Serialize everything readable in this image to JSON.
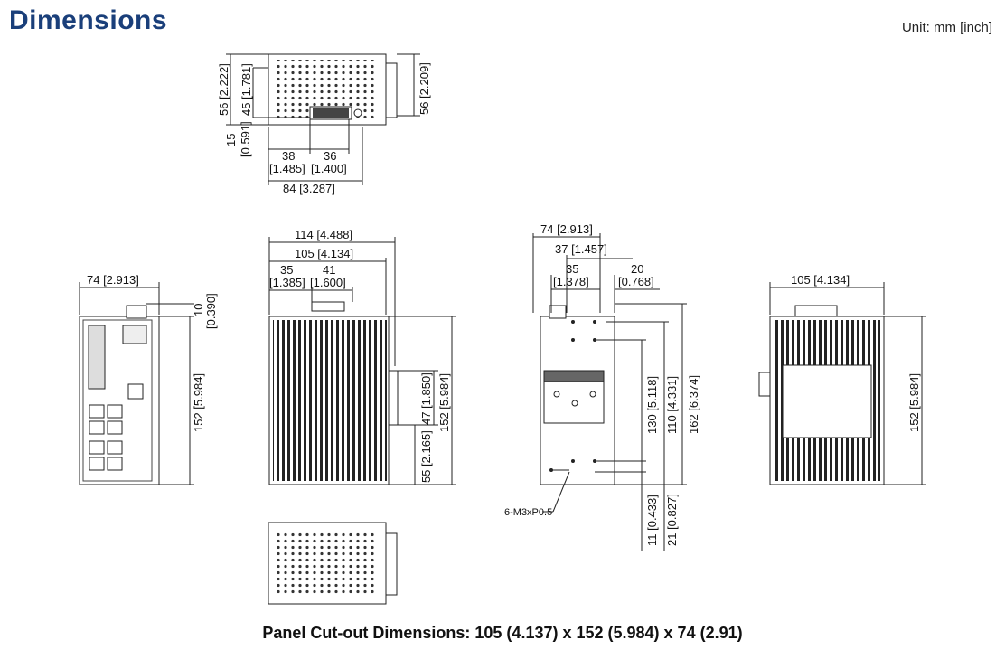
{
  "title": "Dimensions",
  "unit": "Unit: mm [inch]",
  "caption": "Panel Cut-out Dimensions: 105 (4.137) x 152 (5.984) x 74 (2.91)",
  "views": {
    "top": {
      "h56_left": "56 [2.222]",
      "h45": "45 [1.781]",
      "h15": "15",
      "h15_in": "[0.591]",
      "w38": "38",
      "w38_in": "[1.485]",
      "w36": "36",
      "w36_in": "[1.400]",
      "w84": "84 [3.287]",
      "h56_right": "56 [2.209]"
    },
    "front": {
      "w74": "74 [2.913]",
      "h10": "10",
      "h10_in": "[0.390]",
      "h152": "152 [5.984]"
    },
    "side": {
      "w114": "114 [4.488]",
      "w105": "105 [4.134]",
      "w35": "35",
      "w35_in": "[1.385]",
      "w41": "41",
      "w41_in": "[1.600]",
      "h55": "55 [2.165]",
      "h47": "47 [1.850]",
      "h152": "152 [5.984]"
    },
    "rear": {
      "w74": "74 [2.913]",
      "w37": "37 [1.457]",
      "w35": "35",
      "w35_in": "[1.378]",
      "w20": "20",
      "w20_in": "[0.768]",
      "h130": "130 [5.118]",
      "h110": "110 [4.331]",
      "h162": "162 [6.374]",
      "h11": "11 [0.433]",
      "h21": "21 [0.827]",
      "screw": "6-M3xP0.5"
    },
    "other_side": {
      "w105": "105 [4.134]",
      "h152": "152 [5.984]"
    }
  }
}
